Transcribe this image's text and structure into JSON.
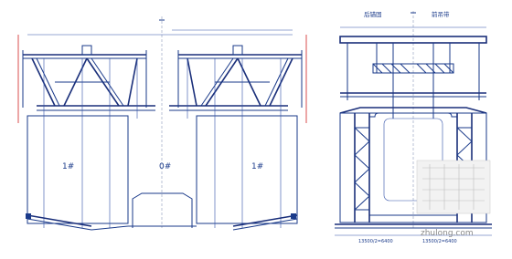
{
  "left_view": {
    "pier_left": "1#",
    "pier_center": "0#",
    "pier_right": "1#"
  },
  "right_view": {
    "header_left": "后锚固",
    "header_right": "前吊带",
    "dims_bottom": "13500/2=6400",
    "dims_bottom_right": "13500/2=6400"
  },
  "watermark": {
    "site": "zhulong.com"
  },
  "colors": {
    "line": "#1a3a8a",
    "accent": "#d02020",
    "background": "#ffffff"
  }
}
